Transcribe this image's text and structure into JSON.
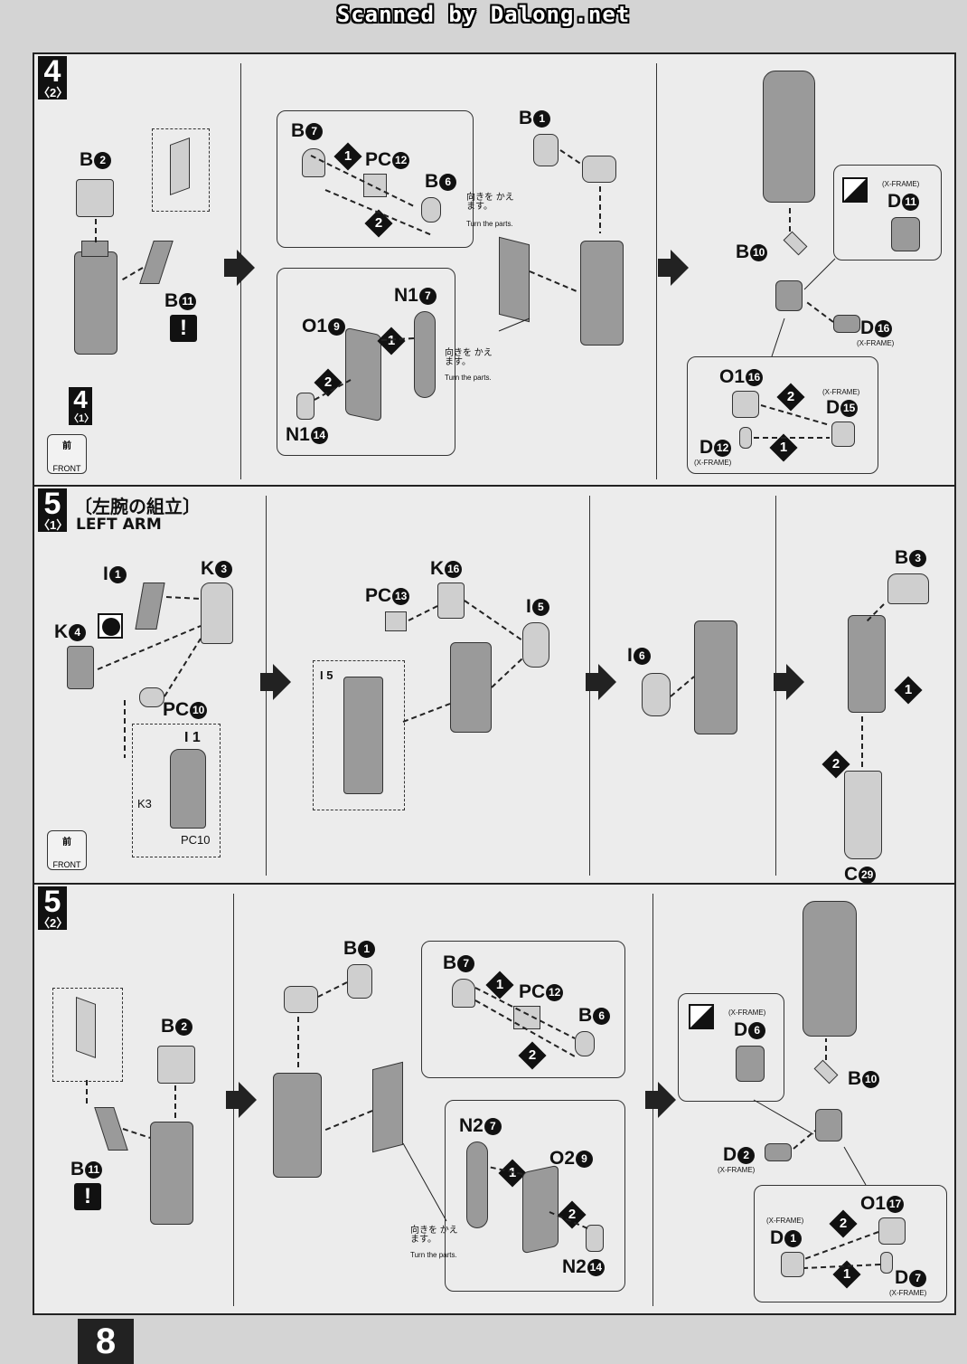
{
  "watermark": "Scanned by Dalong.net",
  "page_number": "8",
  "turn_parts_jp": "向きを かえます。",
  "turn_parts_en": "Turn the parts.",
  "front_jp": "前",
  "front_en": "FRONT",
  "xframe": "(X-FRAME)",
  "sections": [
    {
      "step": "4",
      "substep": "〈2〉",
      "refstep": "4",
      "refsub": "〈1〉",
      "labels": {
        "b2": "B",
        "b2n": "2",
        "b11": "B",
        "b11n": "11",
        "b7": "B",
        "b7n": "7",
        "pc12": "PC",
        "pc12n": "12",
        "b6": "B",
        "b6n": "6",
        "b1": "B",
        "b1n": "1",
        "n17": "N1",
        "n17n": "7",
        "o19": "O1",
        "o19n": "9",
        "n114": "N1",
        "n114n": "14",
        "b10": "B",
        "b10n": "10",
        "d11": "D",
        "d11n": "11",
        "d16": "D",
        "d16n": "16",
        "o116": "O1",
        "o116n": "16",
        "d15": "D",
        "d15n": "15",
        "d12": "D",
        "d12n": "12"
      }
    },
    {
      "step": "5",
      "substep": "〈1〉",
      "title_jp": "〔左腕の組立〕",
      "title_en": "LEFT ARM",
      "labels": {
        "i1": "I",
        "i1n": "1",
        "k3": "K",
        "k3n": "3",
        "k4": "K",
        "k4n": "4",
        "pc10": "PC",
        "pc10n": "10",
        "pc13": "PC",
        "pc13n": "13",
        "k16": "K",
        "k16n": "16",
        "i5": "I",
        "i5n": "5",
        "i5b": "I 5",
        "i6": "I",
        "i6n": "6",
        "b3": "B",
        "b3n": "3",
        "c29": "C",
        "c29n": "29",
        "inset_i1": "I 1",
        "inset_k3": "K3",
        "inset_pc10": "PC10"
      }
    },
    {
      "step": "5",
      "substep": "〈2〉",
      "labels": {
        "b2": "B",
        "b2n": "2",
        "b11": "B",
        "b11n": "11",
        "b1": "B",
        "b1n": "1",
        "b7": "B",
        "b7n": "7",
        "pc12": "PC",
        "pc12n": "12",
        "b6": "B",
        "b6n": "6",
        "n27": "N2",
        "n27n": "7",
        "o29": "O2",
        "o29n": "9",
        "n214": "N2",
        "n214n": "14",
        "b10": "B",
        "b10n": "10",
        "d6": "D",
        "d6n": "6",
        "d2": "D",
        "d2n": "2",
        "o117": "O1",
        "o117n": "17",
        "d1": "D",
        "d1n": "1",
        "d7": "D",
        "d7n": "7"
      }
    }
  ]
}
